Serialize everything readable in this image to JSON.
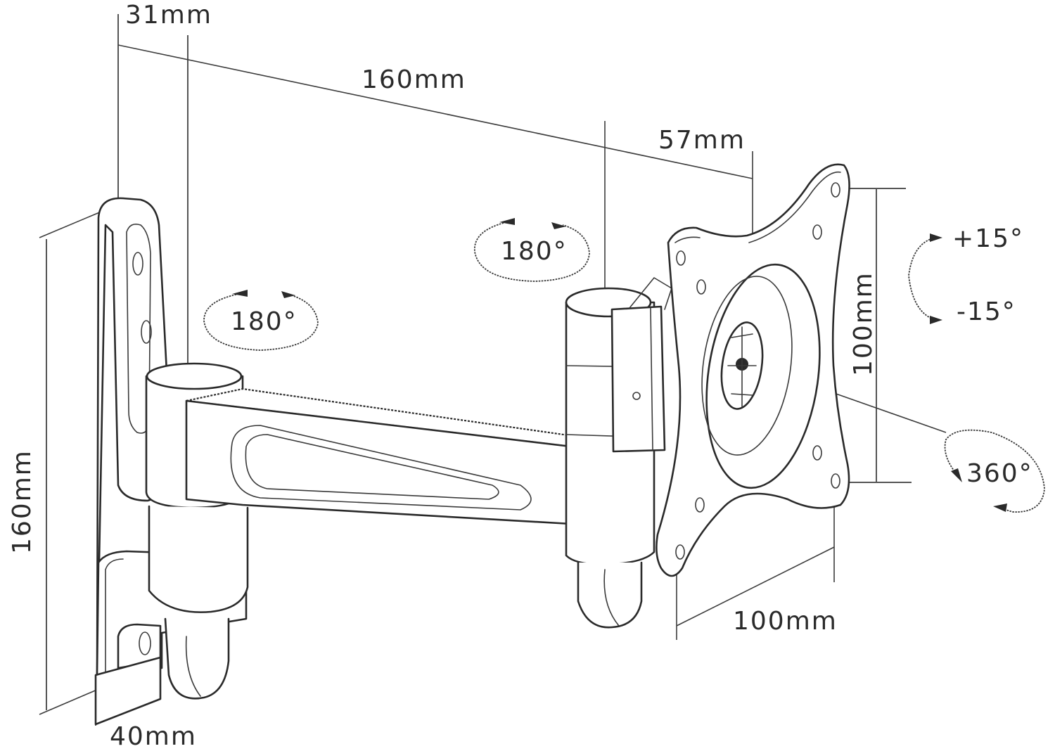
{
  "diagram": {
    "subject": "Articulating monitor wall mount arm",
    "colors": {
      "background": "#ffffff",
      "line": "#2a2a2a",
      "dimension_line": "#555555"
    },
    "dimensions": {
      "wall_plate_depth": "31mm",
      "arm_length": "160mm",
      "head_offset": "57mm",
      "vesa_vertical": "100mm",
      "vesa_horizontal": "100mm",
      "wall_plate_height": "160mm",
      "wall_plate_width": "40mm"
    },
    "rotations": {
      "wall_joint_swivel": "180°",
      "arm_joint_swivel": "180°",
      "tilt_up": "+15°",
      "tilt_down": "-15°",
      "plate_rotation": "360°"
    }
  }
}
